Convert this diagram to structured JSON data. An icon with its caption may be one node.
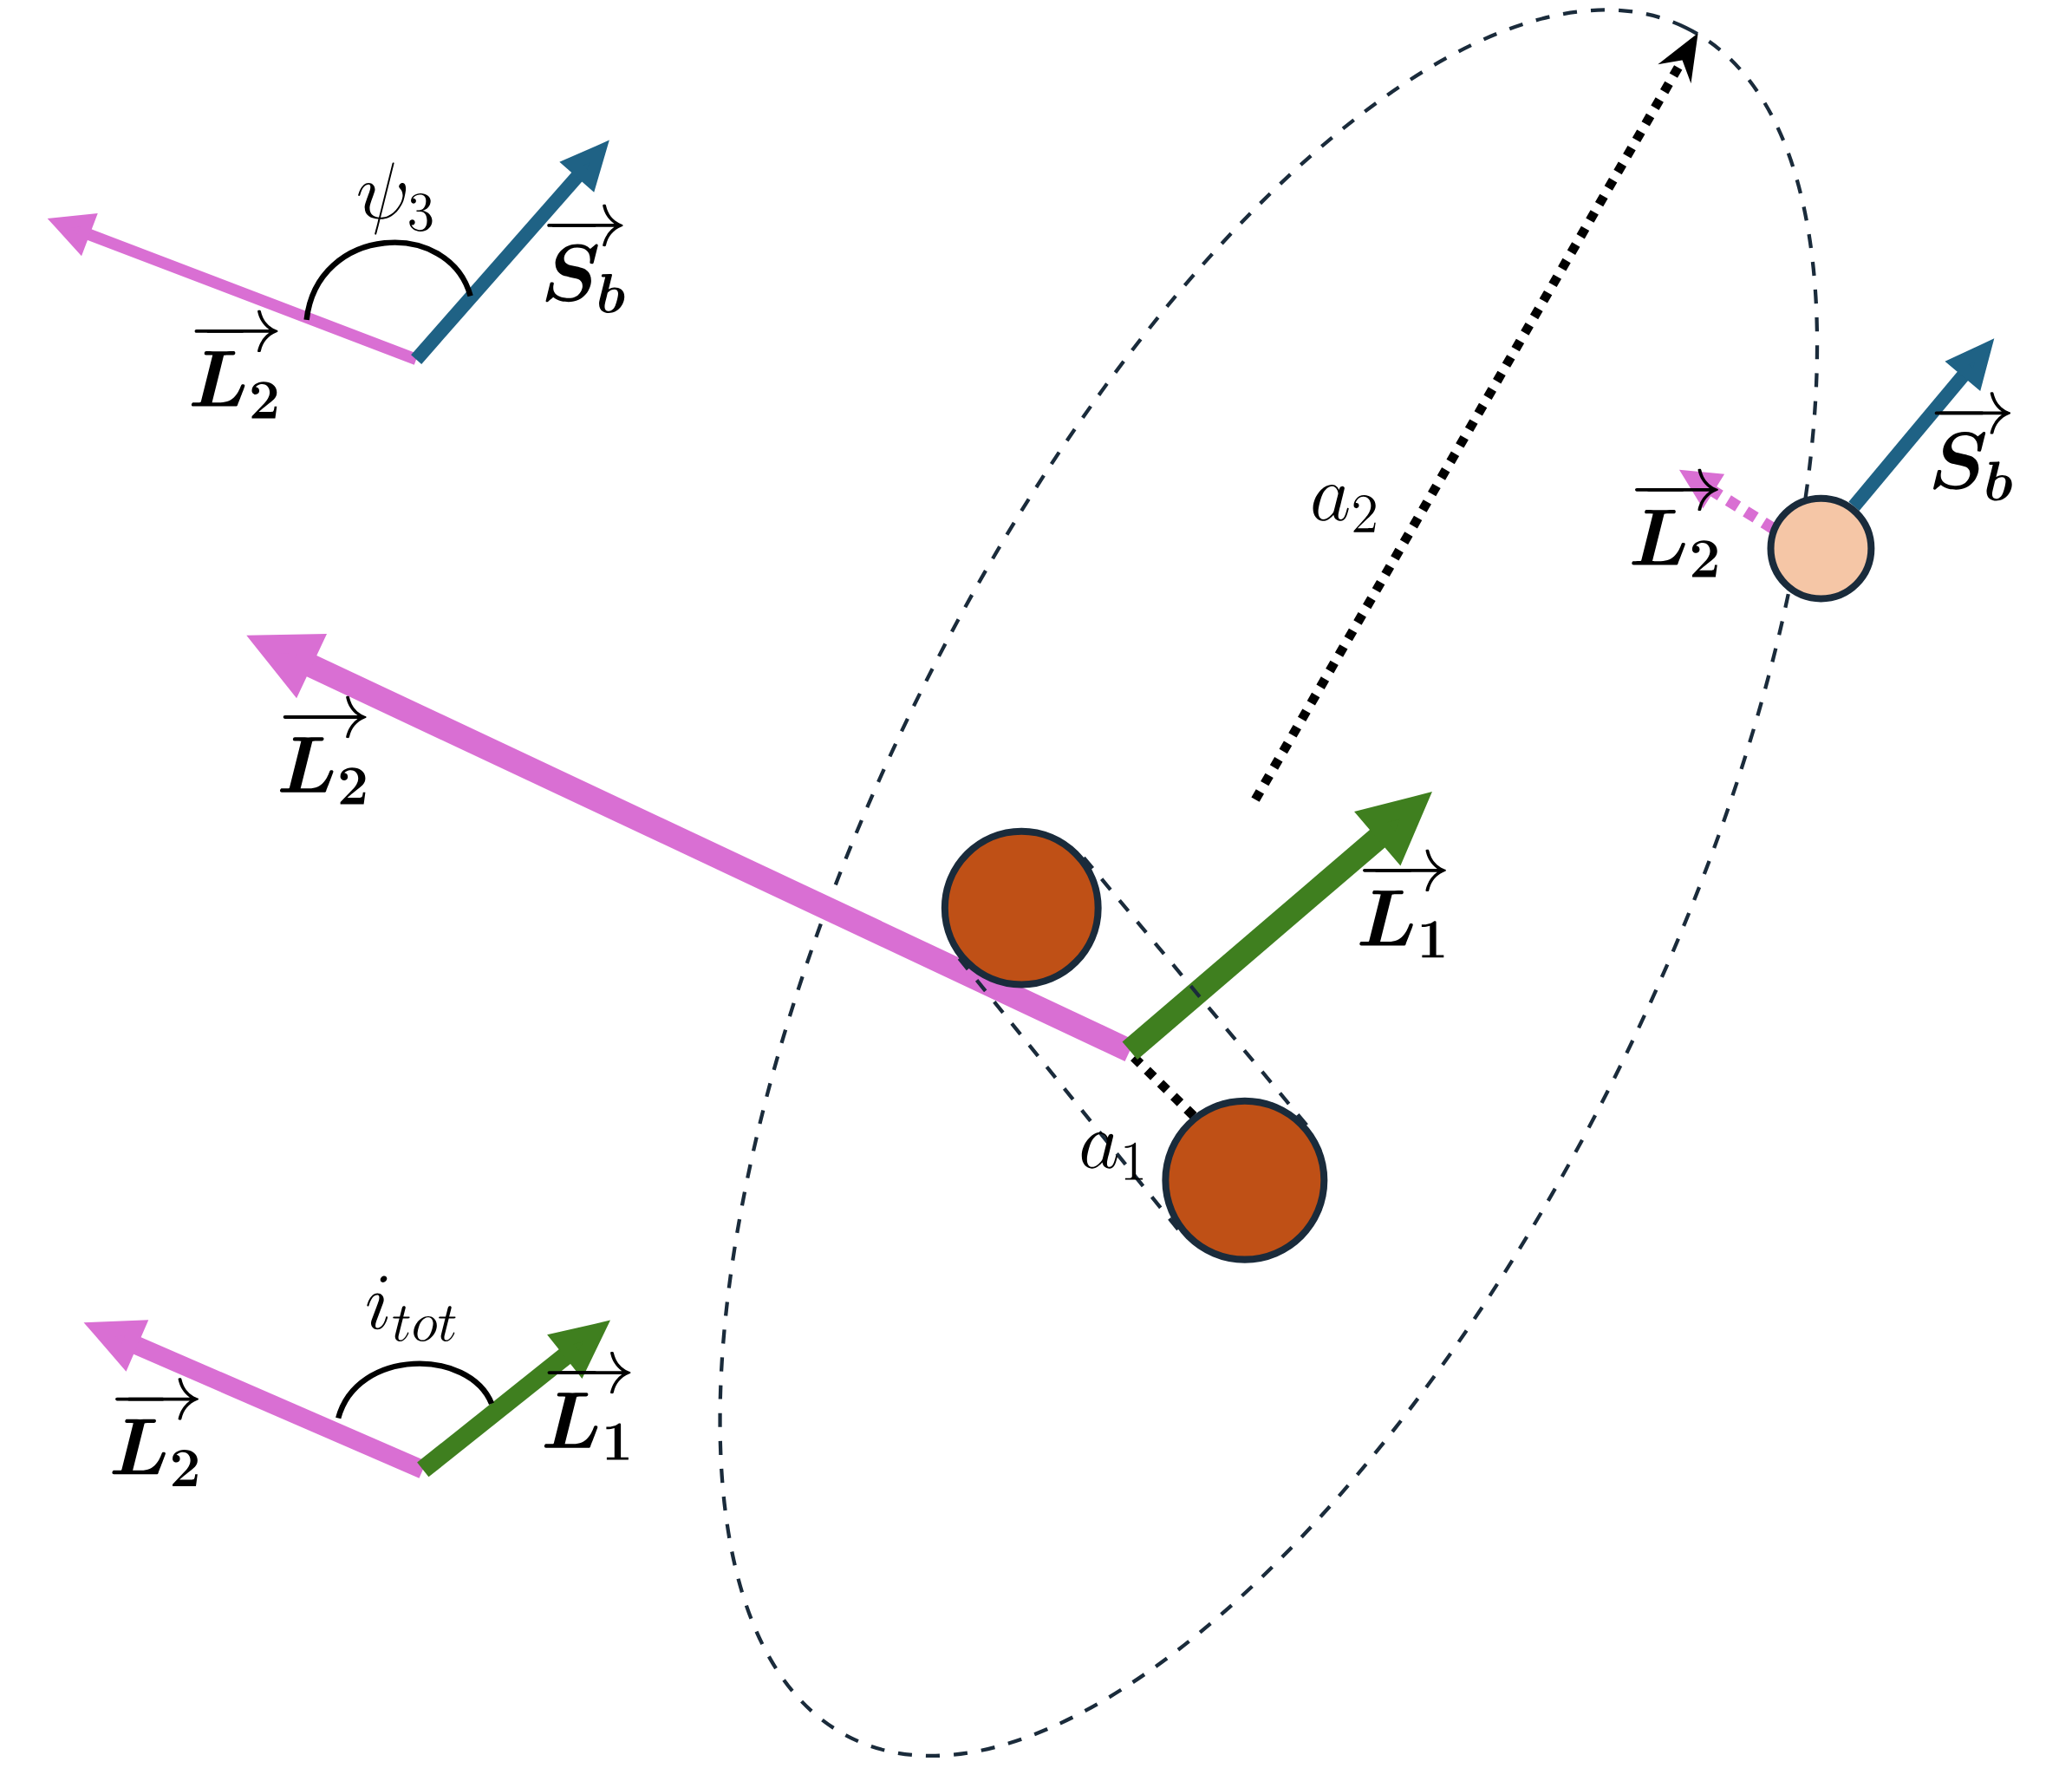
{
  "diagram": {
    "nodes": [
      {
        "text": [],
        "shape": "circle"
      },
      {
        "text": [],
        "shape": "circle"
      },
      {
        "text": [],
        "shape": "circle"
      }
    ],
    "edges": [
      {
        "from": 1,
        "to": 2,
        "arrow": "none",
        "style": "dashed"
      },
      {
        "from": 1,
        "to": 2,
        "arrow": "none",
        "style": "dashed"
      }
    ],
    "labels": [
      "\\psi_3",
      "\\overrightarrow{\\boldsymbol{S_b}}",
      "\\overrightarrow{\\boldsymbol{L_2}}",
      "\\overrightarrow{\\boldsymbol{S_b}}",
      "a_2",
      "\\overrightarrow{\\boldsymbol{L_2}}",
      "\\overrightarrow{\\boldsymbol{L_2}}",
      "\\overrightarrow{\\boldsymbol{L_1}}",
      "a_1",
      "i_{tot}",
      "\\overrightarrow{\\boldsymbol{L_1}}",
      "\\overrightarrow{\\boldsymbol{L_2}}"
    ]
  }
}
